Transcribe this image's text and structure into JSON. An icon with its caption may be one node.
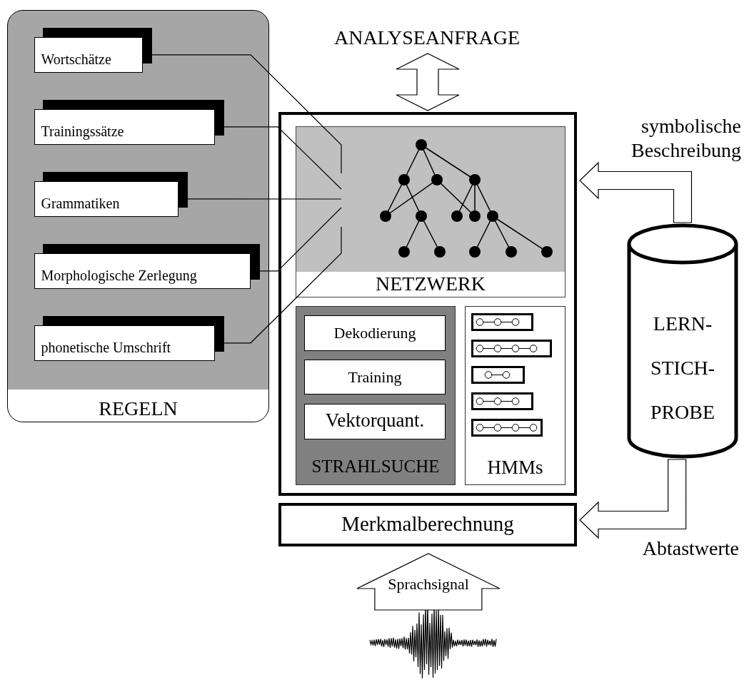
{
  "diagram": {
    "nodes": [
      {
        "text": [
          "REGELN"
        ]
      },
      {
        "text": [
          "Wortschätze"
        ],
        "in": 0
      },
      {
        "text": [
          "Trainingssätze"
        ],
        "in": 0
      },
      {
        "text": [
          "Grammatiken"
        ],
        "in": 0
      },
      {
        "text": [
          "Morphologische Zerlegung"
        ],
        "in": 0
      },
      {
        "text": [
          "phonetische Umschrift"
        ],
        "in": 0
      },
      {
        "text": [],
        "shape": "box"
      },
      {
        "text": [
          "NETZWERK"
        ],
        "in": 6
      },
      {
        "text": [
          "STRAHLSUCHE"
        ],
        "in": 6
      },
      {
        "text": [
          "Dekodierung"
        ],
        "in": 8
      },
      {
        "text": [
          "Training"
        ],
        "in": 8
      },
      {
        "text": [
          "Vektorquant."
        ],
        "in": 8
      },
      {
        "text": [
          "HMMs"
        ],
        "in": 6
      },
      {
        "text": [
          "Merkmalberechnung"
        ]
      },
      {
        "text": [
          "LERN- STICH- PROBE"
        ]
      },
      {
        "text": [],
        "shape": "picture"
      }
    ],
    "edges": [
      {
        "from": 1,
        "to": 7,
        "arrow": "none"
      },
      {
        "from": 2,
        "to": 7,
        "arrow": "none"
      },
      {
        "from": 3,
        "to": 7,
        "arrow": "none"
      },
      {
        "from": 4,
        "to": 7,
        "arrow": "none"
      },
      {
        "from": 5,
        "to": 7,
        "arrow": "none"
      },
      {
        "from": null,
        "to": 6,
        "arrow": "both"
      },
      {
        "from": 14,
        "to": 6,
        "arrow": "to",
        "label": "symbolische Beschreibung"
      },
      {
        "from": 14,
        "to": 13,
        "arrow": "to",
        "label": "Abtastwerte"
      },
      {
        "from": 15,
        "to": 13,
        "arrow": "to",
        "label": "Sprachsignal"
      }
    ],
    "labels": [
      "ANALYSEANFRAGE"
    ]
  }
}
